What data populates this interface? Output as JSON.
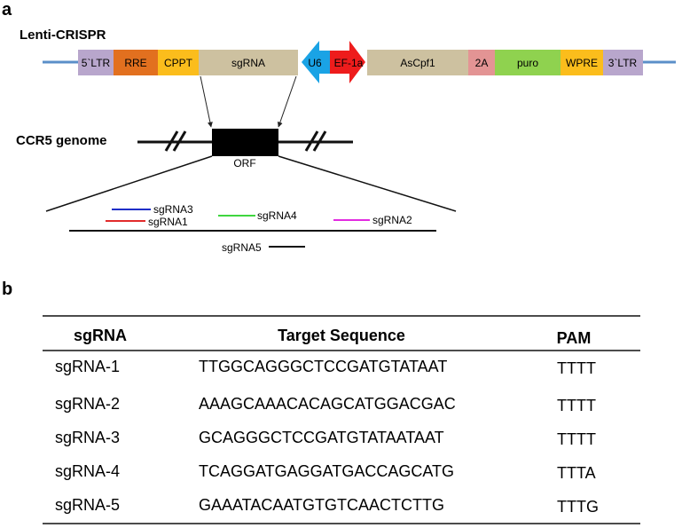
{
  "panel_a": {
    "letter": "a",
    "vector_label": "Lenti-CRISPR",
    "segments": [
      {
        "label": "5`LTR",
        "color": "#b8a6cc"
      },
      {
        "label": "RRE",
        "color": "#e2701f"
      },
      {
        "label": "CPPT",
        "color": "#fbbd1c"
      },
      {
        "label": "sgRNA",
        "color": "#cdc1a0"
      },
      {
        "label": "AsCpf1",
        "color": "#cdc1a0"
      },
      {
        "label": "2A",
        "color": "#e39494"
      },
      {
        "label": "puro",
        "color": "#8fd24f"
      },
      {
        "label": "WPRE",
        "color": "#fbbd1c"
      },
      {
        "label": "3`LTR",
        "color": "#b8a6cc"
      }
    ],
    "promoters": [
      {
        "label": "U6",
        "color": "#1aa3e5"
      },
      {
        "label": "EF-1a",
        "color": "#ee1c1c"
      }
    ],
    "genome_label": "CCR5 genome",
    "orf_label": "ORF",
    "sgRNA_marks": [
      {
        "label": "sgRNA3",
        "color": "#1f2ec8"
      },
      {
        "label": "sgRNA1",
        "color": "#e22b2b"
      },
      {
        "label": "sgRNA4",
        "color": "#3fd63f"
      },
      {
        "label": "sgRNA2",
        "color": "#e22be0"
      },
      {
        "label": "sgRNA5",
        "color": "#111111"
      }
    ]
  },
  "panel_b": {
    "letter": "b",
    "headers": {
      "sgrna": "sgRNA",
      "target": "Target Sequence",
      "pam": "PAM"
    },
    "rows": [
      {
        "sgrna": "sgRNA-1",
        "target": "TTGGCAGGGCTCCGATGTATAAT",
        "pam": "TTTT"
      },
      {
        "sgrna": "sgRNA-2",
        "target": "AAAGCAAACACAGCATGGACGAC",
        "pam": "TTTT"
      },
      {
        "sgrna": "sgRNA-3",
        "target": "GCAGGGCTCCGATGTATAATAAT",
        "pam": "TTTT"
      },
      {
        "sgrna": "sgRNA-4",
        "target": "TCAGGATGAGGATGACCAGCATG",
        "pam": "TTTA"
      },
      {
        "sgrna": "sgRNA-5",
        "target": "GAAATACAATGTGTCAACTCTTG",
        "pam": "TTTG"
      }
    ]
  }
}
